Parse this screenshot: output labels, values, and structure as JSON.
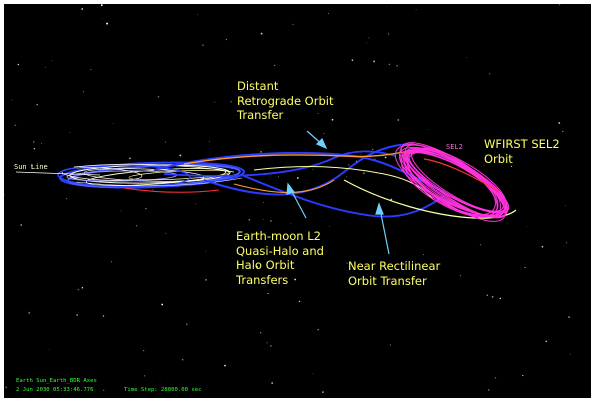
{
  "viewport": {
    "background_color": "#000000",
    "labels": {
      "dro": "Distant\nRetrograde Orbit\nTransfer",
      "wfirst": "WFIRST SEL2\nOrbit",
      "earth_moon": "Earth-moon L2\nQuasi-Halo and\nHalo Orbit\nTransfers",
      "nro": "Near Rectilinear\nOrbit Transfer",
      "sun_line": "Sun Line",
      "sel2": "SEL2"
    },
    "status": {
      "line1": "Earth Sun_Earth_BDR Axes",
      "line2_date": "2 Jun 2030 05:33:46.776",
      "line2_step": "Time Step: 28800.00 sec"
    }
  },
  "colors": {
    "label_text": "#ffff66",
    "status_text": "#33ff33",
    "transfer_blue": "#2a3cff",
    "wfirst_orbit": "#ff33dd",
    "nro_transfer": "#ffffaa",
    "orange_transfer": "#ff9933",
    "red_transfer": "#ff3333"
  }
}
